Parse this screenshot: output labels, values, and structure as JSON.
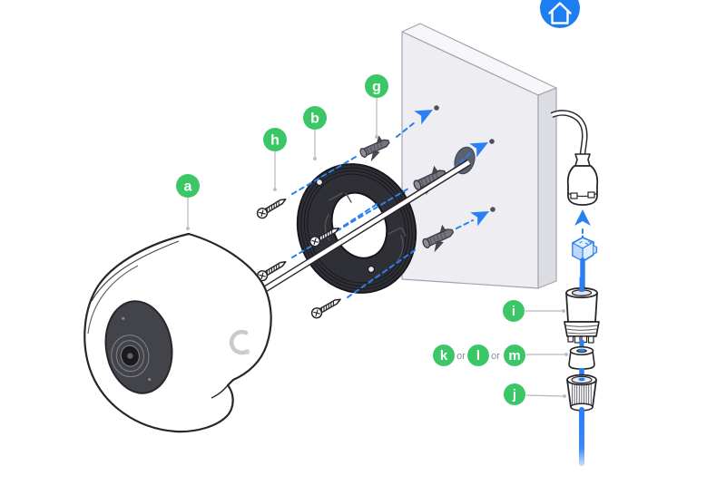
{
  "colors": {
    "accent_blue": "#2a7ff2",
    "home_button_blue": "#1d7ef2",
    "label_green": "#3bc765",
    "leader_gray": "#b8b8c1",
    "wall_gray": "#ededf2",
    "ring_dark": "#2f2f36",
    "cable_blue": "#2a7ff2"
  },
  "icons": {
    "home": "home-icon"
  },
  "callouts": {
    "a": "a",
    "b": "b",
    "g": "g",
    "h": "h",
    "i": "i",
    "j": "j",
    "k": "k",
    "l": "l",
    "m": "m",
    "or_separator": "or"
  }
}
